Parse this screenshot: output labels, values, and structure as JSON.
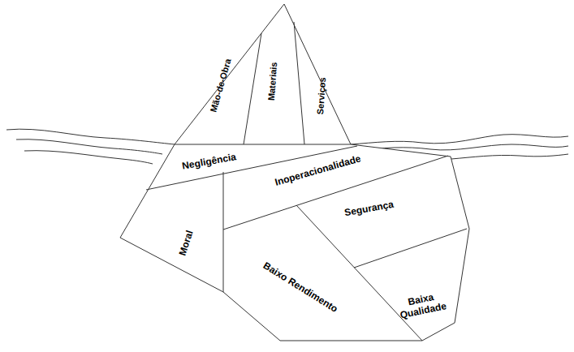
{
  "diagram": {
    "labels": [
      "Mão-de-Obra",
      "Materiais",
      "Serviços",
      "Negligência",
      "Inoperacionalidade",
      "Moral",
      "Segurança",
      "Baixo Rendimento",
      "Baixa Qualidade"
    ]
  }
}
